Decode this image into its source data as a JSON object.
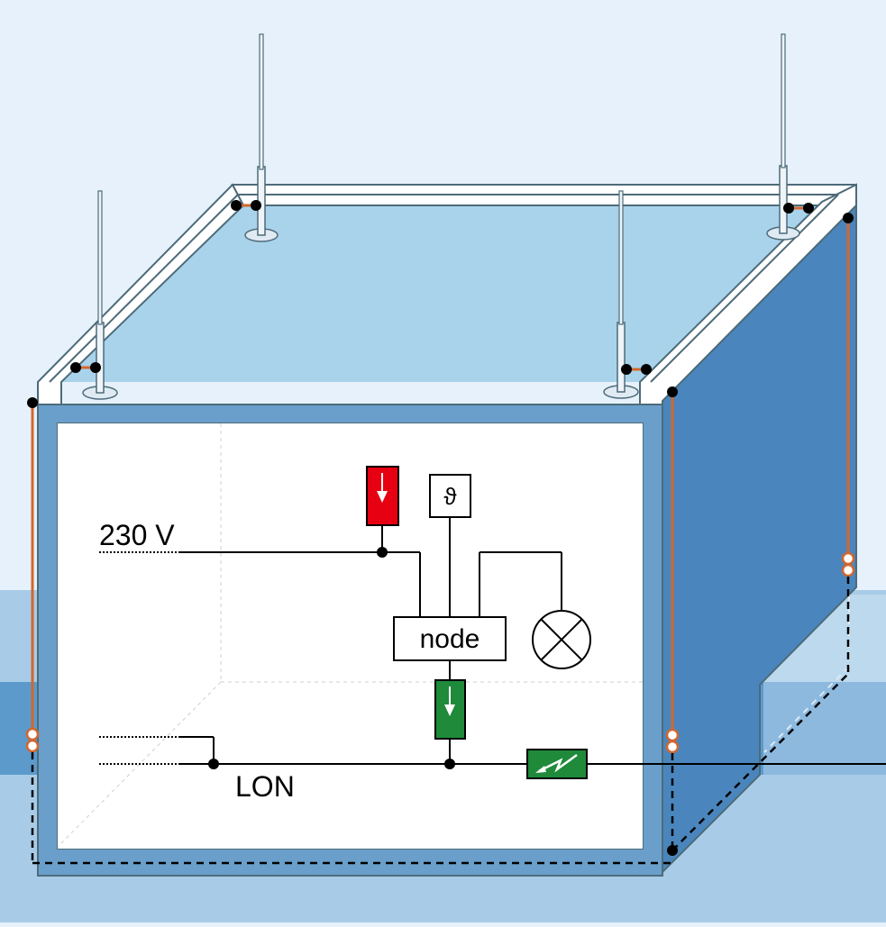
{
  "labels": {
    "voltage": "230 V",
    "node": "node",
    "bus": "LON",
    "temperature_symbol": "ϑ"
  },
  "colors": {
    "sky": "#e6f1fb",
    "ground_light": "#a8cce7",
    "ground_band": "#5b9acb",
    "roof": "#a9d3eb",
    "front_frame": "#6a9fcb",
    "side_wall": "#4a86bd",
    "room_interior": "#ffffff",
    "outline": "#4d6b7a",
    "conductor": "#d2672e",
    "red_device": "#e60012",
    "green_device": "#1f8a3a",
    "wire": "#000000"
  },
  "icons": {
    "air_terminal": "lightning-rod-icon",
    "lamp": "lamp-icon",
    "temperature_sensor": "theta-icon",
    "surge_protector": "lightning-bolt-icon",
    "arrow": "arrow-down-icon",
    "test_joint": "test-joint-icon"
  }
}
